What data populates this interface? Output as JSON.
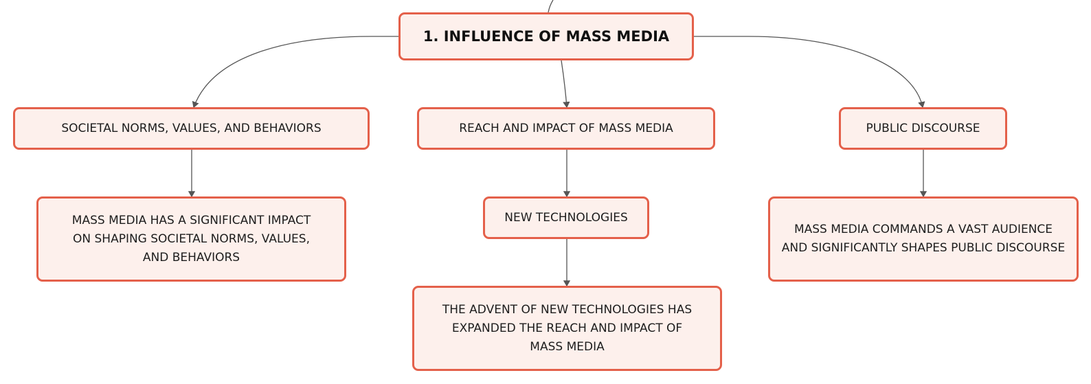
{
  "diagram": {
    "colors": {
      "border": "#e4604a",
      "fill": "#fdf0ec",
      "line": "#555555",
      "text": "#1d1d1d"
    },
    "nodes": {
      "root": "1. INFLUENCE OF MASS MEDIA",
      "societal": "SOCIETAL NORMS, VALUES, AND BEHAVIORS",
      "reach": "REACH AND IMPACT OF MASS MEDIA",
      "discourse": "PUBLIC DISCOURSE",
      "societal_detail": "MASS MEDIA HAS A SIGNIFICANT IMPACT ON SHAPING SOCIETAL NORMS, VALUES, AND BEHAVIORS",
      "technologies": "NEW TECHNOLOGIES",
      "technologies_detail": "THE ADVENT OF NEW TECHNOLOGIES HAS EXPANDED THE REACH AND IMPACT OF MASS MEDIA",
      "discourse_detail": "MASS MEDIA COMMANDS A VAST AUDIENCE AND SIGNIFICANTLY SHAPES PUBLIC DISCOURSE"
    }
  }
}
